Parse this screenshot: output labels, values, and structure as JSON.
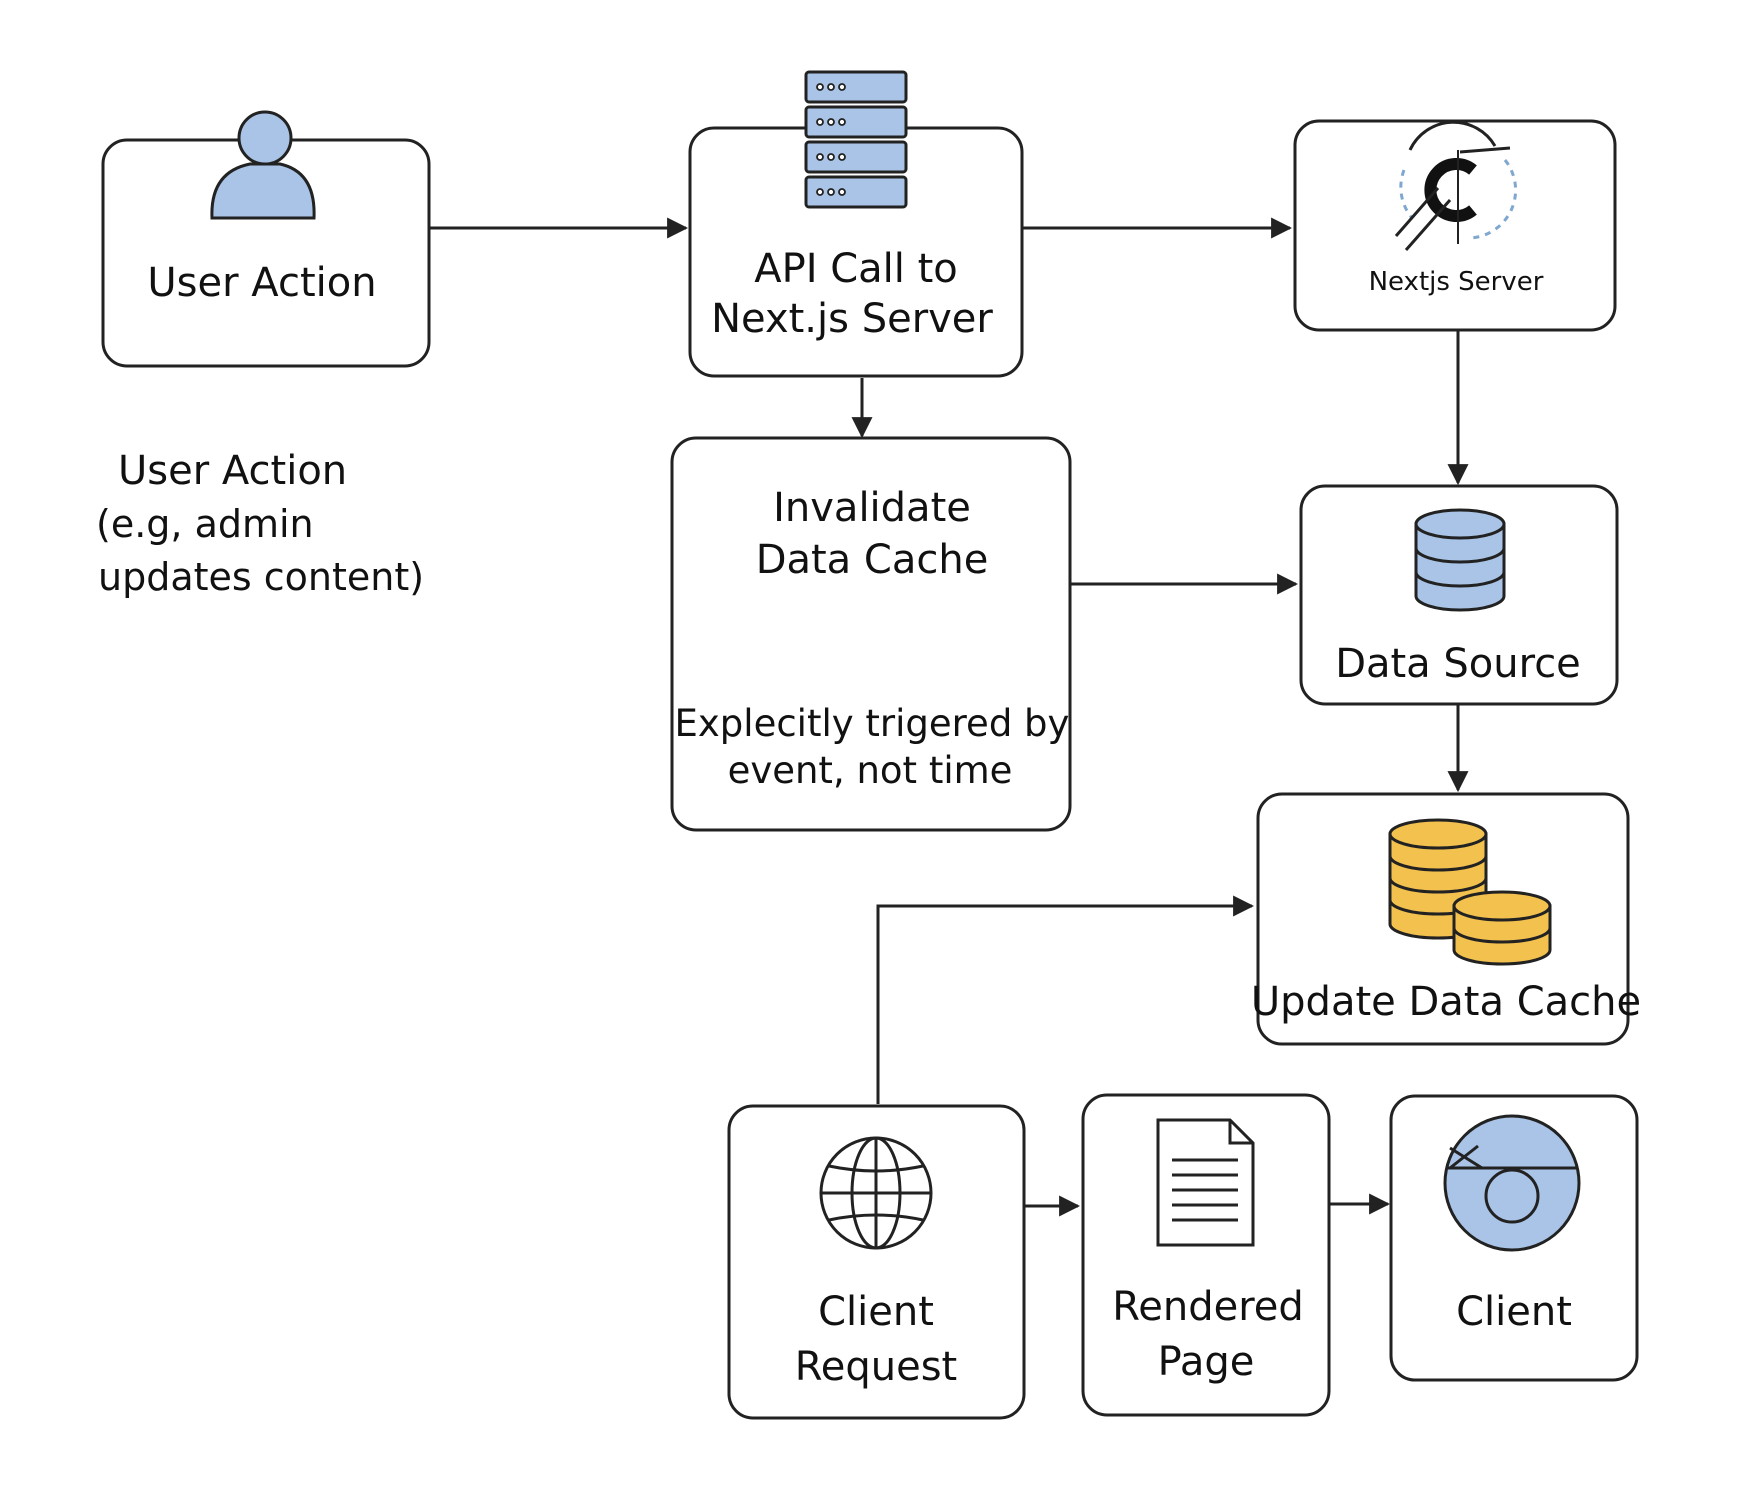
{
  "nodes": {
    "user_action": {
      "label": "User Action"
    },
    "api_call": {
      "lines": [
        "API Call to",
        "Next.js Server"
      ]
    },
    "nextjs_server": {
      "label": "Nextjs Server"
    },
    "invalidate": {
      "lines": [
        "Invalidate",
        "Data Cache"
      ],
      "note_lines": [
        "Explecitly trigered by",
        "event, not time"
      ]
    },
    "data_source": {
      "label": "Data Source"
    },
    "update_cache": {
      "label": "Update Data Cache"
    },
    "client_request": {
      "lines": [
        "Client",
        "Request"
      ]
    },
    "rendered_page": {
      "lines": [
        "Rendered",
        "Page"
      ]
    },
    "client": {
      "label": "Client"
    }
  },
  "side_note": {
    "title": "User Action",
    "lines": [
      "(e.g, admin",
      "updates content)"
    ]
  },
  "colors": {
    "icon_blue": "#a9c4e6",
    "icon_stroke": "#222222",
    "coin_gold": "#f2c14e",
    "accent_blue_dash": "#7fa7cf"
  },
  "icons": [
    "user-icon",
    "server-rack-icon",
    "nextjs-logo-icon",
    "database-icon",
    "coins-icon",
    "globe-icon",
    "document-icon",
    "browser-icon"
  ]
}
